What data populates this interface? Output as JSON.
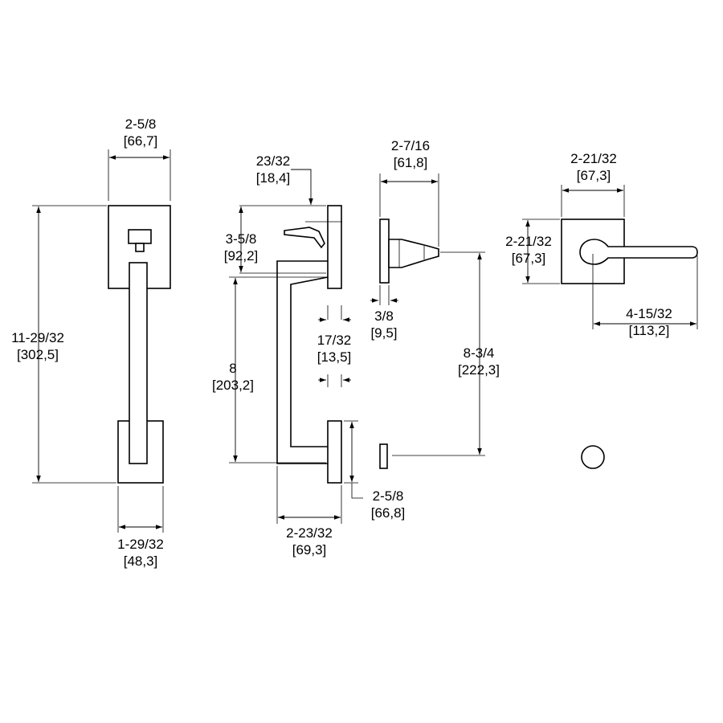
{
  "dimensions": {
    "escutcheon_width": {
      "imperial": "2-5/8",
      "metric": "[66,7]"
    },
    "overall_height": {
      "imperial": "11-29/32",
      "metric": "[302,5]"
    },
    "bottom_width": {
      "imperial": "1-29/32",
      "metric": "[48,3]"
    },
    "thumb_offset": {
      "imperial": "23/32",
      "metric": "[18,4]"
    },
    "thumb_height": {
      "imperial": "3-5/8",
      "metric": "[92,2]"
    },
    "grip_center": {
      "imperial": "8",
      "metric": "[203,2]"
    },
    "plate_thickness": {
      "imperial": "17/32",
      "metric": "[13,5]"
    },
    "bottom_depth": {
      "imperial": "2-5/8",
      "metric": "[66,8]"
    },
    "handle_projection": {
      "imperial": "2-23/32",
      "metric": "[69,3]"
    },
    "knob_projection": {
      "imperial": "2-7/16",
      "metric": "[61,8]"
    },
    "knob_rose": {
      "imperial": "3/8",
      "metric": "[9,5]"
    },
    "inside_height": {
      "imperial": "8-3/4",
      "metric": "[222,3]"
    },
    "lever_rose_width": {
      "imperial": "2-21/32",
      "metric": "[67,3]"
    },
    "lever_rose_height": {
      "imperial": "2-21/32",
      "metric": "[67,3]"
    },
    "lever_length": {
      "imperial": "4-15/32",
      "metric": "[113,2]"
    }
  }
}
